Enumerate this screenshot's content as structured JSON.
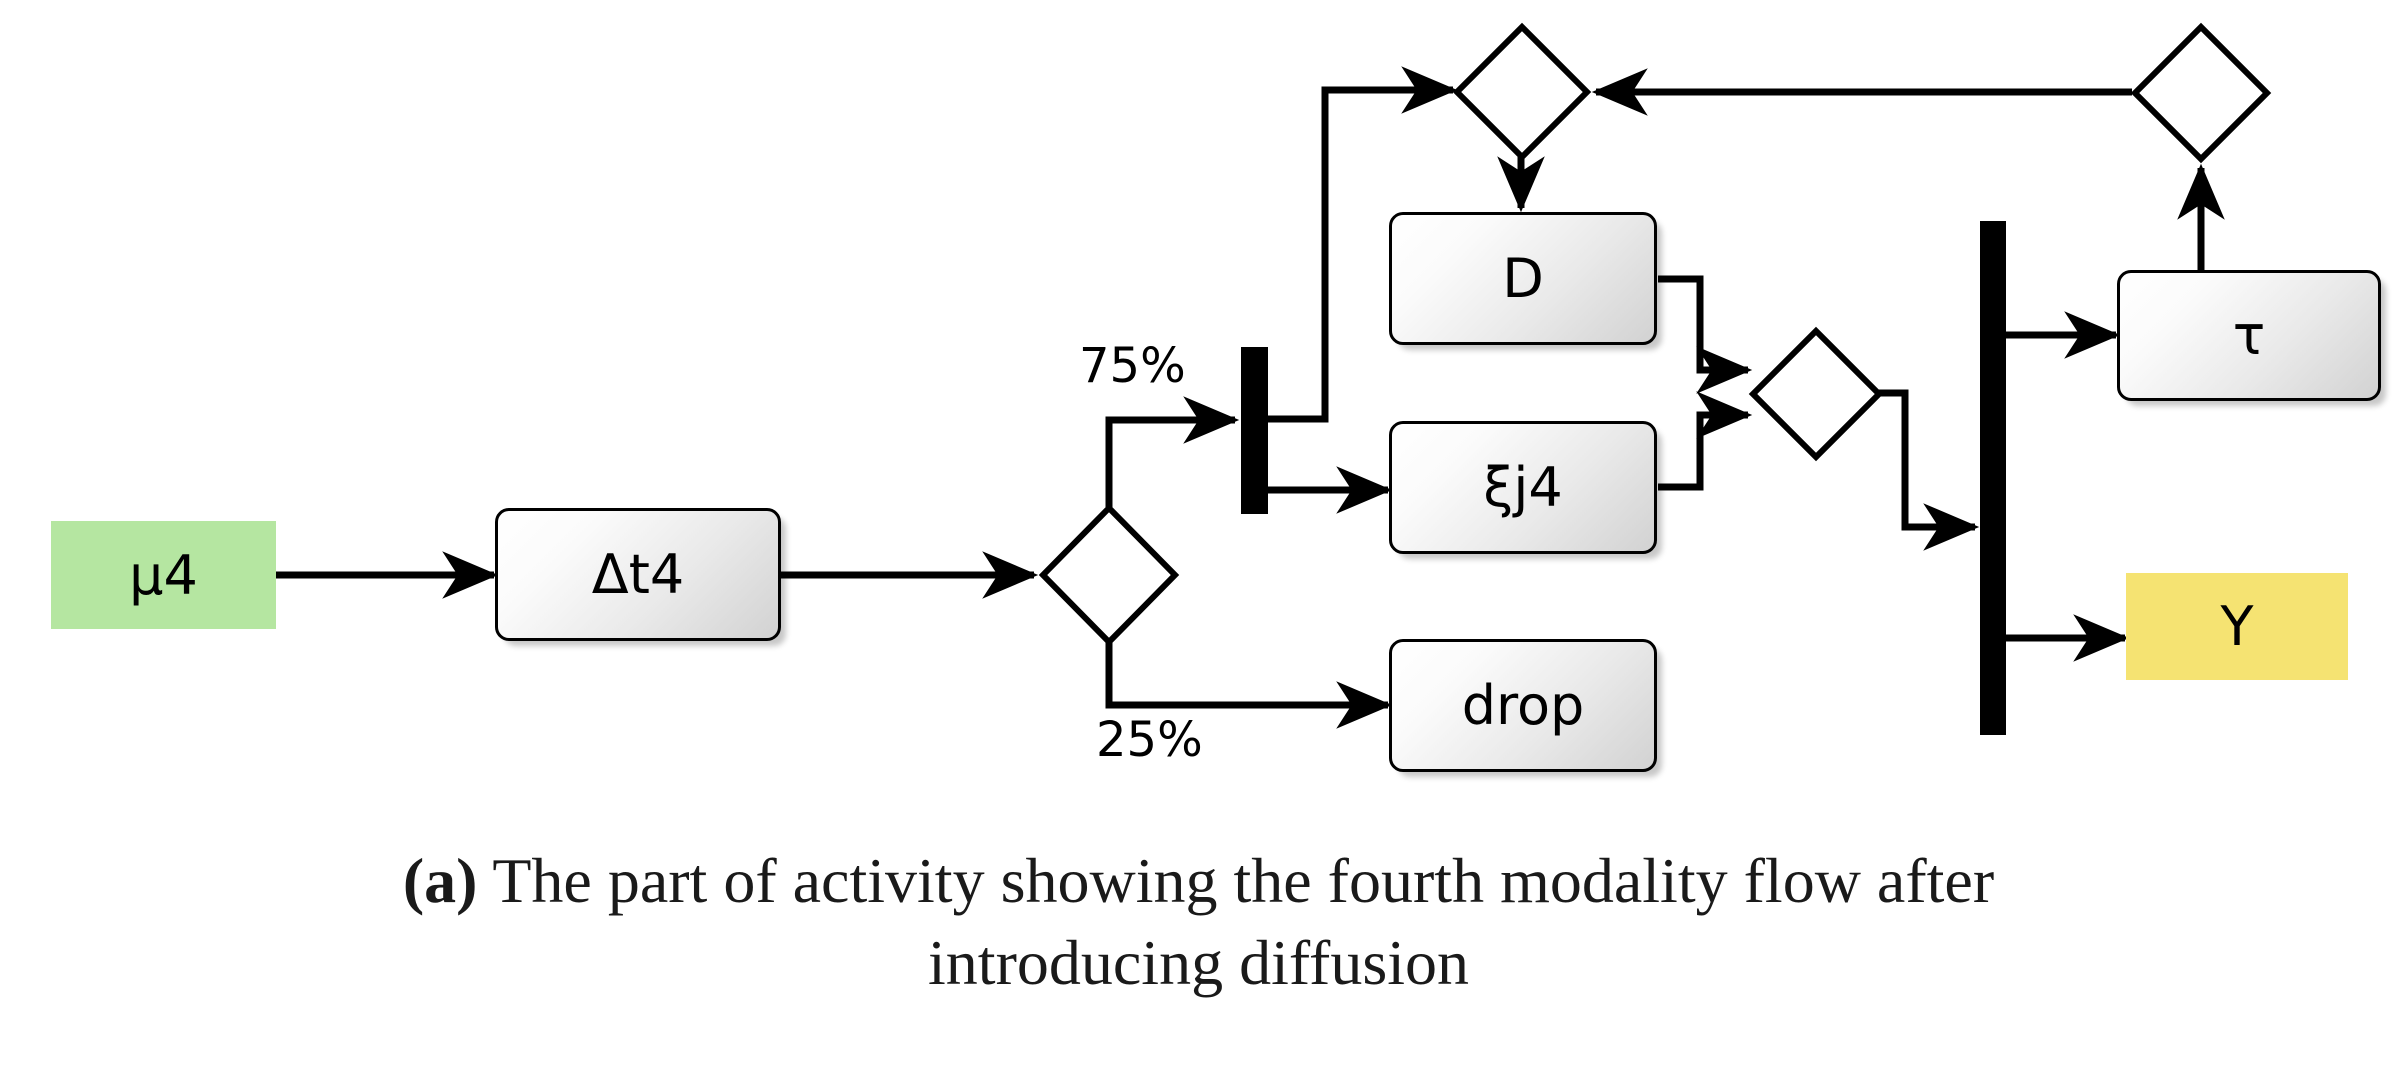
{
  "figure": {
    "type": "uml-activity-diagram",
    "caption_tag": "(a)",
    "caption_line1": "The part of activity showing the fourth modality flow after",
    "caption_line2": "introducing diffusion",
    "background_color": "#ffffff"
  },
  "palette": {
    "start_node_fill": "#b5e6a1",
    "end_node_fill": "#f5e372",
    "action_fill_light": "#ffffff",
    "action_fill_dark": "#d2d2d2",
    "stroke": "#000000"
  },
  "nodes": {
    "start": {
      "label": "μ4",
      "kind": "initial-terminal",
      "fill": "#b5e6a1"
    },
    "delta_t4": {
      "label": "Δt4",
      "kind": "action"
    },
    "diffusion": {
      "label": "D",
      "kind": "action"
    },
    "xi_j4": {
      "label": "ξj4",
      "kind": "action"
    },
    "drop": {
      "label": "drop",
      "kind": "action"
    },
    "tau": {
      "label": "τ",
      "kind": "action"
    },
    "end": {
      "label": "Y",
      "kind": "final-terminal",
      "fill": "#f5e372"
    }
  },
  "control_nodes": {
    "decision": {
      "name": "decision-diamond",
      "shape": "diamond"
    },
    "merge_top": {
      "name": "merge-diamond-top",
      "shape": "diamond"
    },
    "merge_mid": {
      "name": "merge-diamond-mid",
      "shape": "diamond"
    },
    "merge_right": {
      "name": "merge-diamond-right",
      "shape": "diamond"
    },
    "fork_bar": {
      "name": "fork-bar",
      "shape": "bar"
    },
    "join_bar": {
      "name": "join-bar",
      "shape": "bar"
    }
  },
  "edge_labels": {
    "branch_accept": "75%",
    "branch_drop": "25%"
  }
}
